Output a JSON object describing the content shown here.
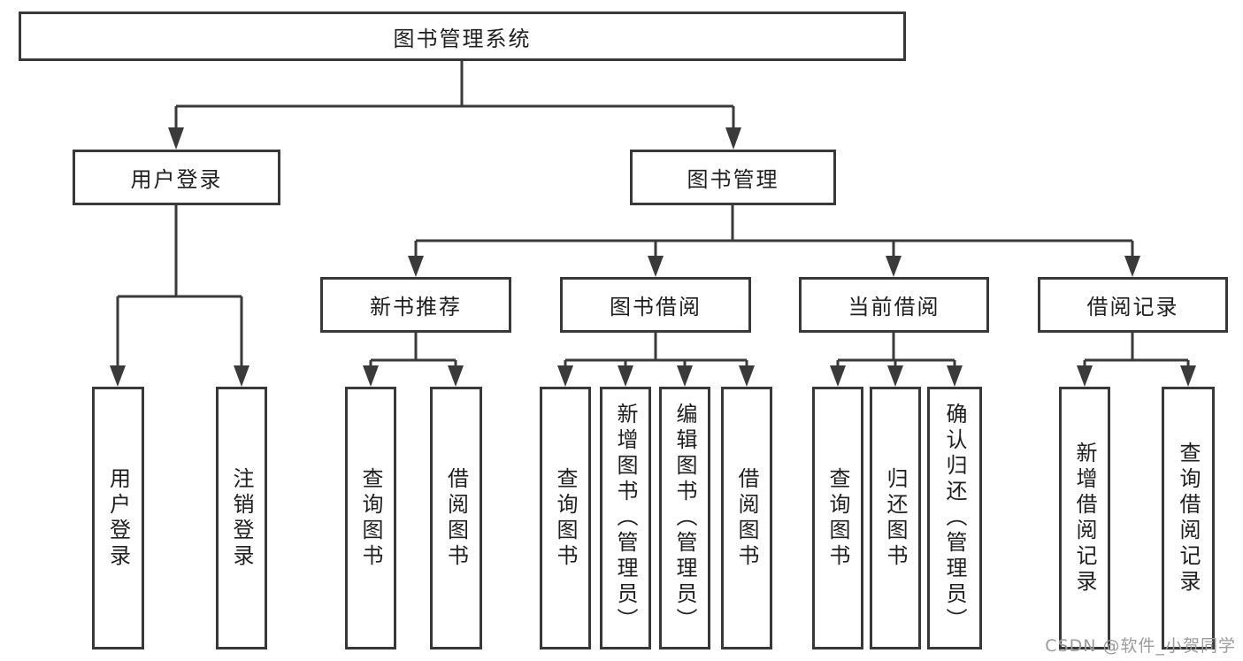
{
  "diagram_type": "hierarchy-tree",
  "colors": {
    "line": "#3a3a3a",
    "box_border": "#383838",
    "text": "#1f1f1f",
    "watermark": "#9c9c9c",
    "background": "#ffffff"
  },
  "watermark": {
    "text": "CSDN @软件_小贺同学"
  },
  "tree": {
    "root": {
      "label": "图书管理系统"
    },
    "children": [
      {
        "label": "用户登录",
        "children": [
          {
            "label": "用户登录"
          },
          {
            "label": "注销登录"
          }
        ]
      },
      {
        "label": "图书管理",
        "children": [
          {
            "label": "新书推荐",
            "children": [
              {
                "label": "查询图书"
              },
              {
                "label": "借阅图书"
              }
            ]
          },
          {
            "label": "图书借阅",
            "children": [
              {
                "label": "查询图书"
              },
              {
                "label": "新增图书（管理员）"
              },
              {
                "label": "编辑图书（管理员）"
              },
              {
                "label": "借阅图书"
              }
            ]
          },
          {
            "label": "当前借阅",
            "children": [
              {
                "label": "查询图书"
              },
              {
                "label": "归还图书"
              },
              {
                "label": "确认归还（管理员）"
              }
            ]
          },
          {
            "label": "借阅记录",
            "children": [
              {
                "label": "新增借阅记录"
              },
              {
                "label": "查询借阅记录"
              }
            ]
          }
        ]
      }
    ]
  }
}
